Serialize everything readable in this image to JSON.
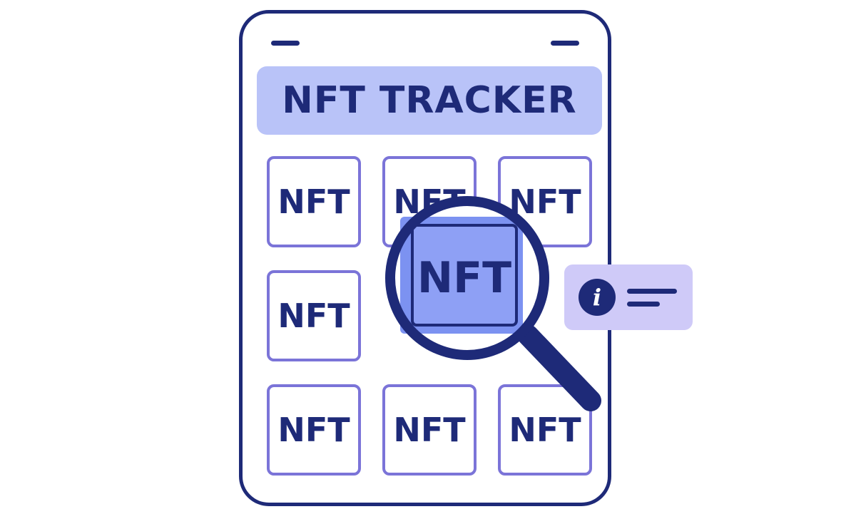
{
  "app": {
    "title": "NFT TRACKER"
  },
  "grid": {
    "tiles": [
      {
        "label": "NFT"
      },
      {
        "label": "NFT"
      },
      {
        "label": "NFT"
      },
      {
        "label": "NFT"
      },
      {
        "label": "NFT"
      },
      {
        "label": "NFT"
      },
      {
        "label": "NFT"
      }
    ]
  },
  "magnifier": {
    "label": "NFT",
    "icon": "magnifying-glass-icon"
  },
  "info_card": {
    "icon": "info-icon",
    "glyph": "i"
  },
  "colors": {
    "primary": "#1e2a78",
    "accent": "#7b74d8",
    "title_bg": "#b9c3f8",
    "info_bg": "#cfcaf8",
    "lens_fill": "#6e86f0"
  }
}
